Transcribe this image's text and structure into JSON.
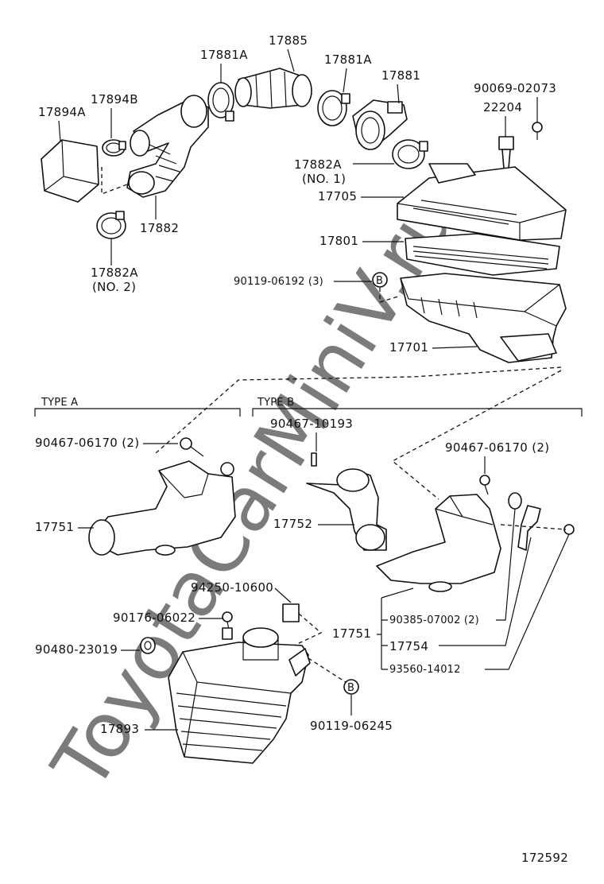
{
  "watermark": "ToyotaCarMiniV.ru",
  "diagram_id": "172592",
  "sections": {
    "type_a": "TYPE A",
    "type_b": "TYPE B"
  },
  "labels": {
    "p17885": "17885",
    "p17881A_1": "17881A",
    "p17881A_2": "17881A",
    "p17881": "17881",
    "p17894B": "17894B",
    "p17894A": "17894A",
    "p17882": "17882",
    "p17882A_no2": "17882A",
    "no2": "(NO. 2)",
    "p17882A_no1": "17882A",
    "no1": "(NO. 1)",
    "p90069": "90069-02073",
    "p22204": "22204",
    "p17705": "17705",
    "p17801": "17801",
    "p90119_06192": "90119-06192 (3)",
    "p17701": "17701",
    "p90467_a": "90467-06170 (2)",
    "p17751_a": "17751",
    "p90467_10193": "90467-10193",
    "p17752": "17752",
    "p90467_b": "90467-06170 (2)",
    "p17751_b": "17751",
    "p90385": "90385-07002 (2)",
    "p17754": "17754",
    "p93560": "93560-14012",
    "p94250": "94250-10600",
    "p90176": "90176-06022",
    "p90480": "90480-23019",
    "p17893": "17893",
    "p90119_06245": "90119-06245",
    "b_marker_1": "B",
    "b_marker_2": "B"
  }
}
